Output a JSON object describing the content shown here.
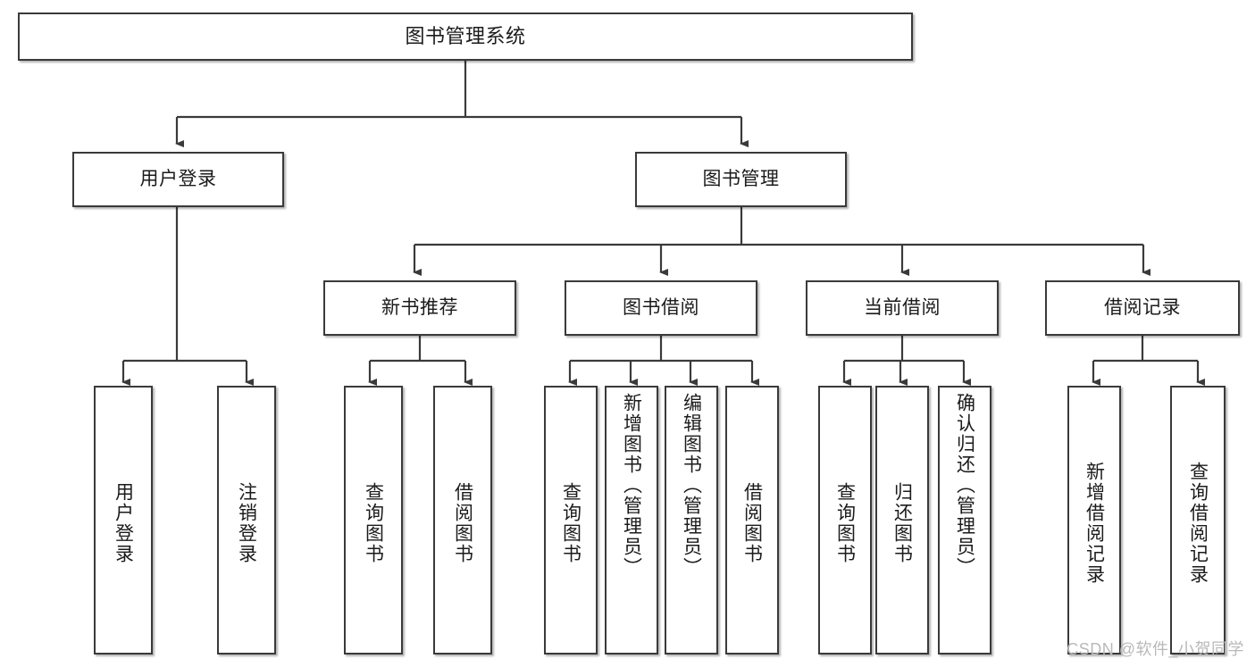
{
  "diagram": {
    "title": "图书管理系统",
    "type": "tree",
    "watermark": "CSDN @软件_小贺同学",
    "colors": {
      "box_border": "#3a3a3a",
      "box_fill": "#ffffff",
      "connector": "#3a3a3a",
      "text": "#1b1b1b",
      "watermark": "#b9b9b9"
    },
    "nodes": {
      "root": {
        "label": "图书管理系统"
      },
      "level2": [
        {
          "label": "用户登录"
        },
        {
          "label": "图书管理"
        }
      ],
      "level3": [
        {
          "label": "新书推荐"
        },
        {
          "label": "图书借阅"
        },
        {
          "label": "当前借阅"
        },
        {
          "label": "借阅记录"
        }
      ],
      "leaves": {
        "user_login": [
          {
            "label": "用户登录"
          },
          {
            "label": "注销登录"
          }
        ],
        "new_book_recommend": [
          {
            "label": "查询图书"
          },
          {
            "label": "借阅图书"
          }
        ],
        "book_borrow": [
          {
            "label": "查询图书"
          },
          {
            "label": "新增图书（管理员）"
          },
          {
            "label": "编辑图书（管理员）"
          },
          {
            "label": "借阅图书"
          }
        ],
        "current_borrow": [
          {
            "label": "查询图书"
          },
          {
            "label": "归还图书"
          },
          {
            "label": "确认归还（管理员）"
          }
        ],
        "borrow_record": [
          {
            "label": "新增借阅记录"
          },
          {
            "label": "查询借阅记录"
          }
        ]
      }
    }
  }
}
